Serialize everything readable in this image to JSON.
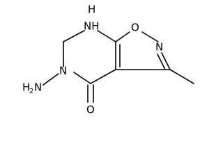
{
  "atoms": {
    "nh_ring": "NH",
    "h_top": "H",
    "o_ring": "O",
    "n_isoxazole": "N",
    "n_amine": "N",
    "h2": "H",
    "h2_sub": "2",
    "o_carbonyl": "O"
  },
  "colors": {
    "bond": "#000000",
    "atom": "#000000",
    "background": "#ffffff"
  }
}
